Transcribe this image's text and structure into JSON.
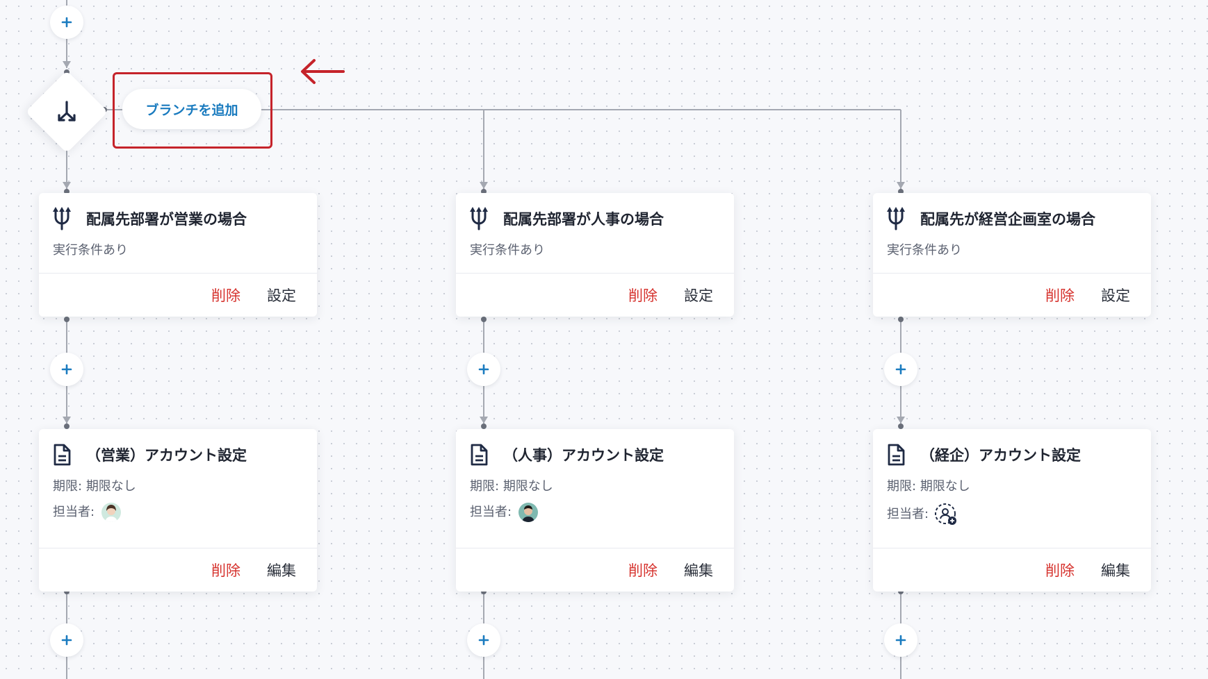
{
  "branch": {
    "add_branch_label": "ブランチを追加"
  },
  "branches": [
    {
      "condition": {
        "title": "配属先部署が営業の場合",
        "subtitle": "実行条件あり",
        "delete_label": "削除",
        "settings_label": "設定"
      },
      "task": {
        "title": "（営業）アカウント設定",
        "deadline_label": "期限:",
        "deadline_value": "期限なし",
        "assignee_label": "担当者:",
        "delete_label": "削除",
        "edit_label": "編集",
        "assignee": "avatar-female"
      }
    },
    {
      "condition": {
        "title": "配属先部署が人事の場合",
        "subtitle": "実行条件あり",
        "delete_label": "削除",
        "settings_label": "設定"
      },
      "task": {
        "title": "（人事）アカウント設定",
        "deadline_label": "期限:",
        "deadline_value": "期限なし",
        "assignee_label": "担当者:",
        "delete_label": "削除",
        "edit_label": "編集",
        "assignee": "avatar-male"
      }
    },
    {
      "condition": {
        "title": "配属先が経営企画室の場合",
        "subtitle": "実行条件あり",
        "delete_label": "削除",
        "settings_label": "設定"
      },
      "task": {
        "title": "（経企）アカウント設定",
        "deadline_label": "期限:",
        "deadline_value": "期限なし",
        "assignee_label": "担当者:",
        "delete_label": "削除",
        "edit_label": "編集",
        "assignee": "add-assignee-icon"
      }
    }
  ],
  "colors": {
    "accent": "#1a7bbf",
    "danger": "#d6332e",
    "highlight": "#c5232a",
    "connector": "#a4a8b1"
  },
  "icons": {
    "branch_node": "branch-split-icon",
    "condition": "fork-icon",
    "task": "document-icon",
    "add": "plus-icon",
    "annotation": "arrow-left-icon"
  }
}
